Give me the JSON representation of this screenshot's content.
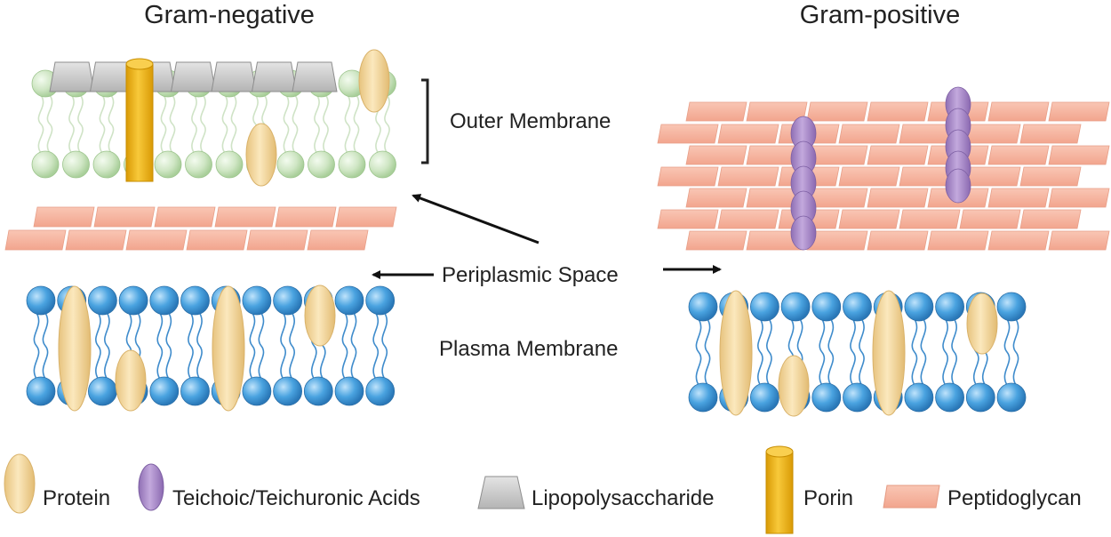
{
  "titles": {
    "gram_negative": "Gram-negative",
    "gram_positive": "Gram-positive"
  },
  "labels": {
    "outer_membrane": "Outer Membrane",
    "periplasmic_space": "Periplasmic Space",
    "plasma_membrane": "Plasma Membrane"
  },
  "legend": {
    "protein": "Protein",
    "teichoic": "Teichoic/Teichuronic Acids",
    "lps": "Lipopolysaccharide",
    "porin": "Porin",
    "peptidoglycan": "Peptidoglycan"
  },
  "colors": {
    "lipid_head_blue": "#4aa3e0",
    "lipid_head_green": "#cfe6c4",
    "protein": "#f3d9a0",
    "teichoic": "#a98cc6",
    "lps": "#c8c8c8",
    "porin": "#f2b51a",
    "peptidoglycan": "#f7b4a0"
  }
}
